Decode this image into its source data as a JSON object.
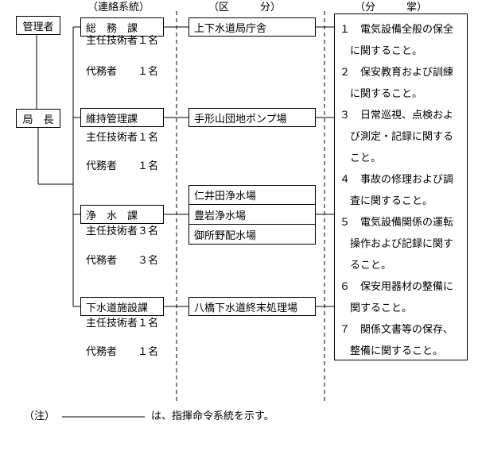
{
  "headers": {
    "liaison": "（連絡系統）",
    "division": "（区　　　分）",
    "duties": "（分　　　掌）"
  },
  "roles": {
    "manager": "管理者",
    "director": "局　長"
  },
  "sections": [
    {
      "name": "総　務　課",
      "chief": "主任技術者１名",
      "deputy": "代務者　　１名"
    },
    {
      "name": "維持管理課",
      "chief": "主任技術者１名",
      "deputy": "代務者　　１名"
    },
    {
      "name": "浄　水　課",
      "chief": "主任技術者３名",
      "deputy": "代務者　　３名"
    },
    {
      "name": "下水道施設課",
      "chief": "主任技術者１名",
      "deputy": "代務者　　１名"
    }
  ],
  "facilities": [
    "上下水道局庁舎",
    "手形山団地ポンプ場",
    "仁井田浄水場",
    "豊岩浄水場",
    "御所野配水場",
    "八橋下水道終末処理場"
  ],
  "duties": [
    [
      "１　電気設備全般の保全",
      "に関すること。"
    ],
    [
      "２　保安教育および訓練",
      "に関すること。"
    ],
    [
      "３　日常巡視、点検およ",
      "び測定・記録に関する",
      "こと。"
    ],
    [
      "４　事故の修理および調",
      "査に関すること。"
    ],
    [
      "５　電気設備関係の運転",
      "操作および記録に関す",
      "ること。"
    ],
    [
      "６　保安用器材の整備に",
      "関すること。"
    ],
    [
      "７　関係文書等の保存、",
      "整備に関すること。"
    ]
  ],
  "note": {
    "label": "（注）",
    "text": "は、指揮命令系統を示す。"
  }
}
